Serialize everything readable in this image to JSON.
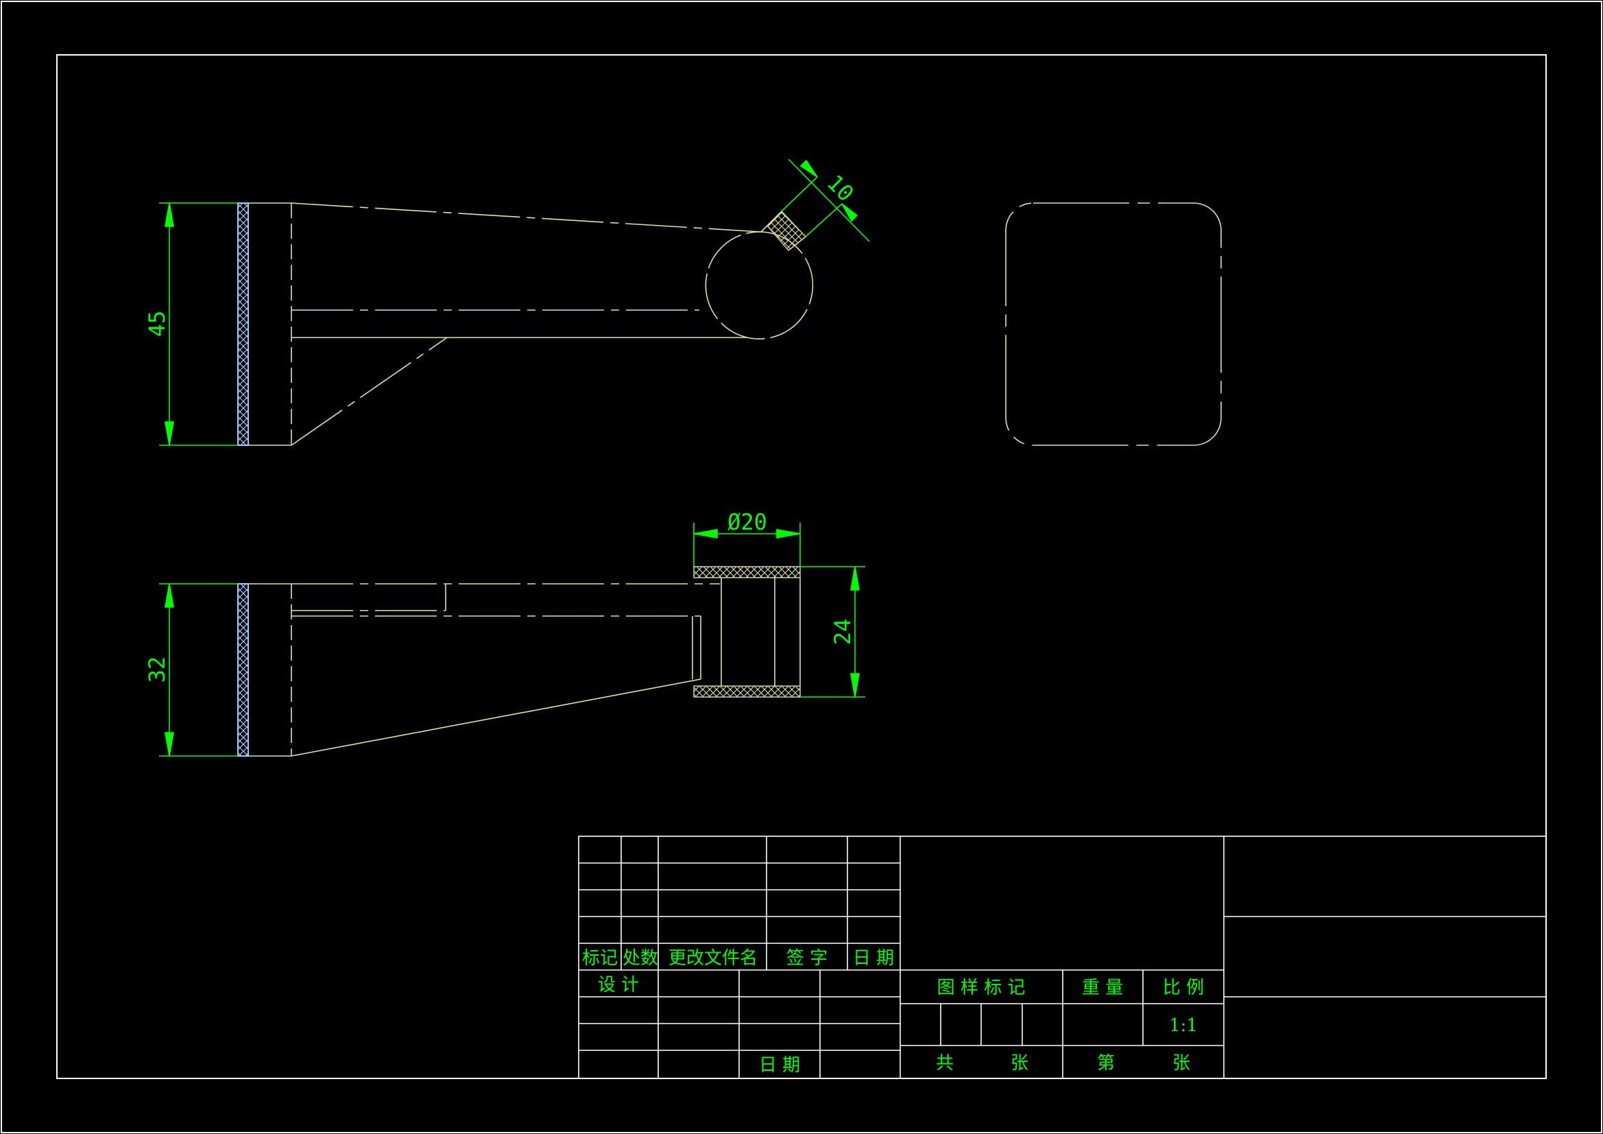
{
  "colors": {
    "background": "#000000",
    "border": "#ffffff",
    "geometry": "#e6e0a0",
    "dimension": "#00ff00",
    "hatch": "#a0c8ff"
  },
  "dimensions": {
    "top_view_height": "45",
    "neck_width": "10",
    "bottom_view_height": "32",
    "ring_diameter": "Ø20",
    "ring_height": "24"
  },
  "title_block": {
    "rev_header": {
      "mark": "标记",
      "count": "处数",
      "doc": "更改文件名",
      "sign": "签  字",
      "date": "日 期"
    },
    "design": "设  计",
    "date": "日  期",
    "drawing_mark": "图 样 标 记",
    "weight": "重  量",
    "scale": "比  例",
    "scale_value": "1:1",
    "total": "共",
    "sheets_total": "张",
    "sheet_no": "第",
    "sheets_current": "张"
  }
}
